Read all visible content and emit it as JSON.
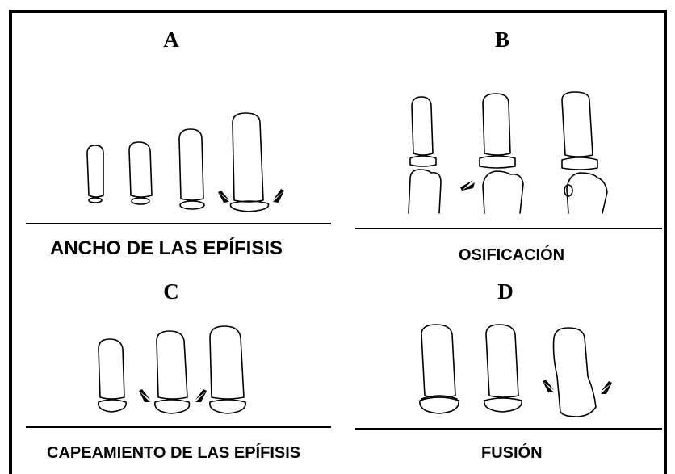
{
  "panels": {
    "a": {
      "letter": "A",
      "caption": "ANCHO DE LAS EPÍFISIS"
    },
    "b": {
      "letter": "B",
      "caption": "OSIFICACIÓN"
    },
    "c": {
      "letter": "C",
      "caption": "CAPEAMIENTO DE LAS EPÍFISIS"
    },
    "d": {
      "letter": "D",
      "caption": "FUSIÓN"
    }
  }
}
